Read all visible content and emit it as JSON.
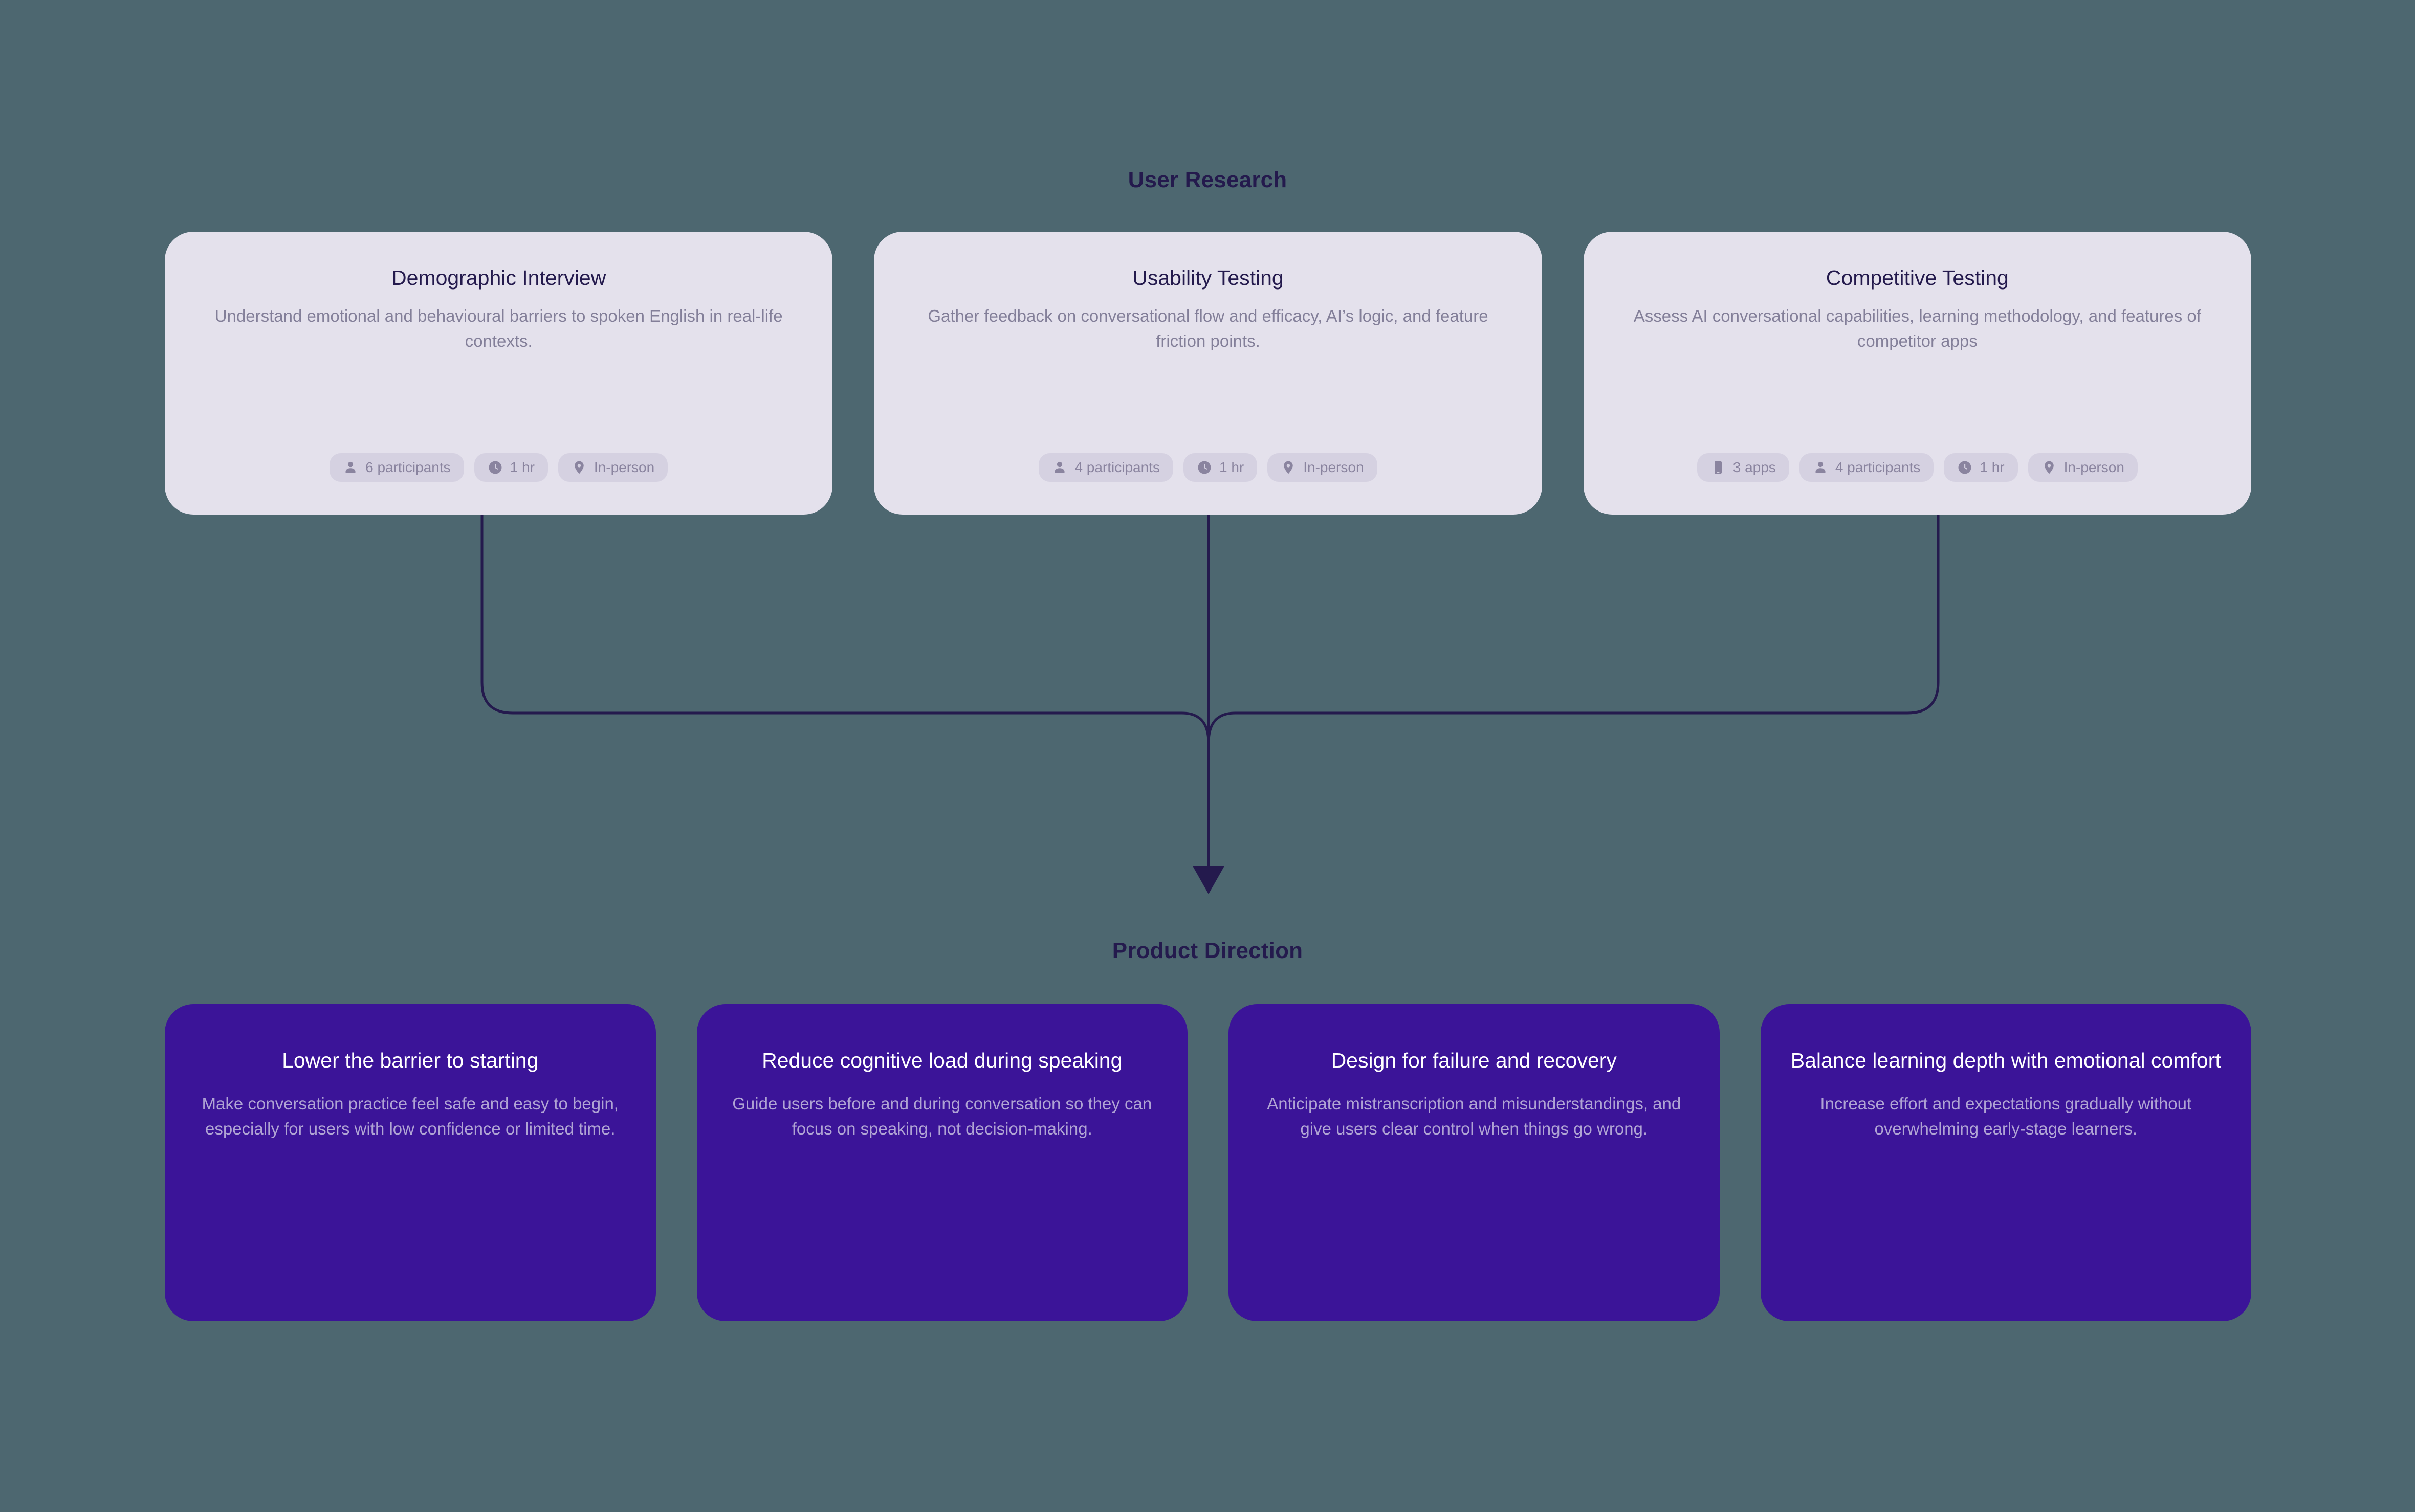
{
  "background_color": "#4d6770",
  "sections": {
    "research": {
      "title": "User Research",
      "title_color": "#241a4d",
      "card_bg": "#e4e1ec",
      "cards": [
        {
          "title": "Demographic Interview",
          "description": "Understand emotional and behavioural barriers to spoken English in real-life contexts.",
          "pills": [
            {
              "icon": "person-icon",
              "label": "6 participants"
            },
            {
              "icon": "clock-icon",
              "label": "1 hr"
            },
            {
              "icon": "location-pin-icon",
              "label": "In-person"
            }
          ]
        },
        {
          "title": "Usability Testing",
          "description": "Gather feedback on conversational flow and efficacy, AI’s logic, and feature friction points.",
          "pills": [
            {
              "icon": "person-icon",
              "label": "4 participants"
            },
            {
              "icon": "clock-icon",
              "label": "1 hr"
            },
            {
              "icon": "location-pin-icon",
              "label": "In-person"
            }
          ]
        },
        {
          "title": "Competitive Testing",
          "description": "Assess AI conversational capabilities, learning methodology, and features of competitor apps",
          "pills": [
            {
              "icon": "phone-icon",
              "label": "3 apps"
            },
            {
              "icon": "person-icon",
              "label": "4 participants"
            },
            {
              "icon": "clock-icon",
              "label": "1 hr"
            },
            {
              "icon": "location-pin-icon",
              "label": "In-person"
            }
          ]
        }
      ]
    },
    "direction": {
      "title": "Product Direction",
      "title_color": "#241a4d",
      "card_bg": "#3b1498",
      "card_title_color": "#ffffff",
      "card_desc_color": "#b0a4d4",
      "cards": [
        {
          "title": "Lower the barrier to starting",
          "description": "Make conversation practice feel safe and easy to begin, especially for users with low confidence or limited time."
        },
        {
          "title": "Reduce cognitive load during speaking",
          "description": "Guide users before and during conversation so they can focus on speaking, not decision-making."
        },
        {
          "title": "Design for failure and recovery",
          "description": "Anticipate mistranscription and misunderstandings, and give users clear control when things go wrong."
        },
        {
          "title": "Balance learning depth with emotional comfort",
          "description": "Increase effort and expectations gradually without overwhelming early-stage learners."
        }
      ]
    }
  },
  "connector": {
    "color": "#241a4d",
    "stroke_width": 5
  }
}
